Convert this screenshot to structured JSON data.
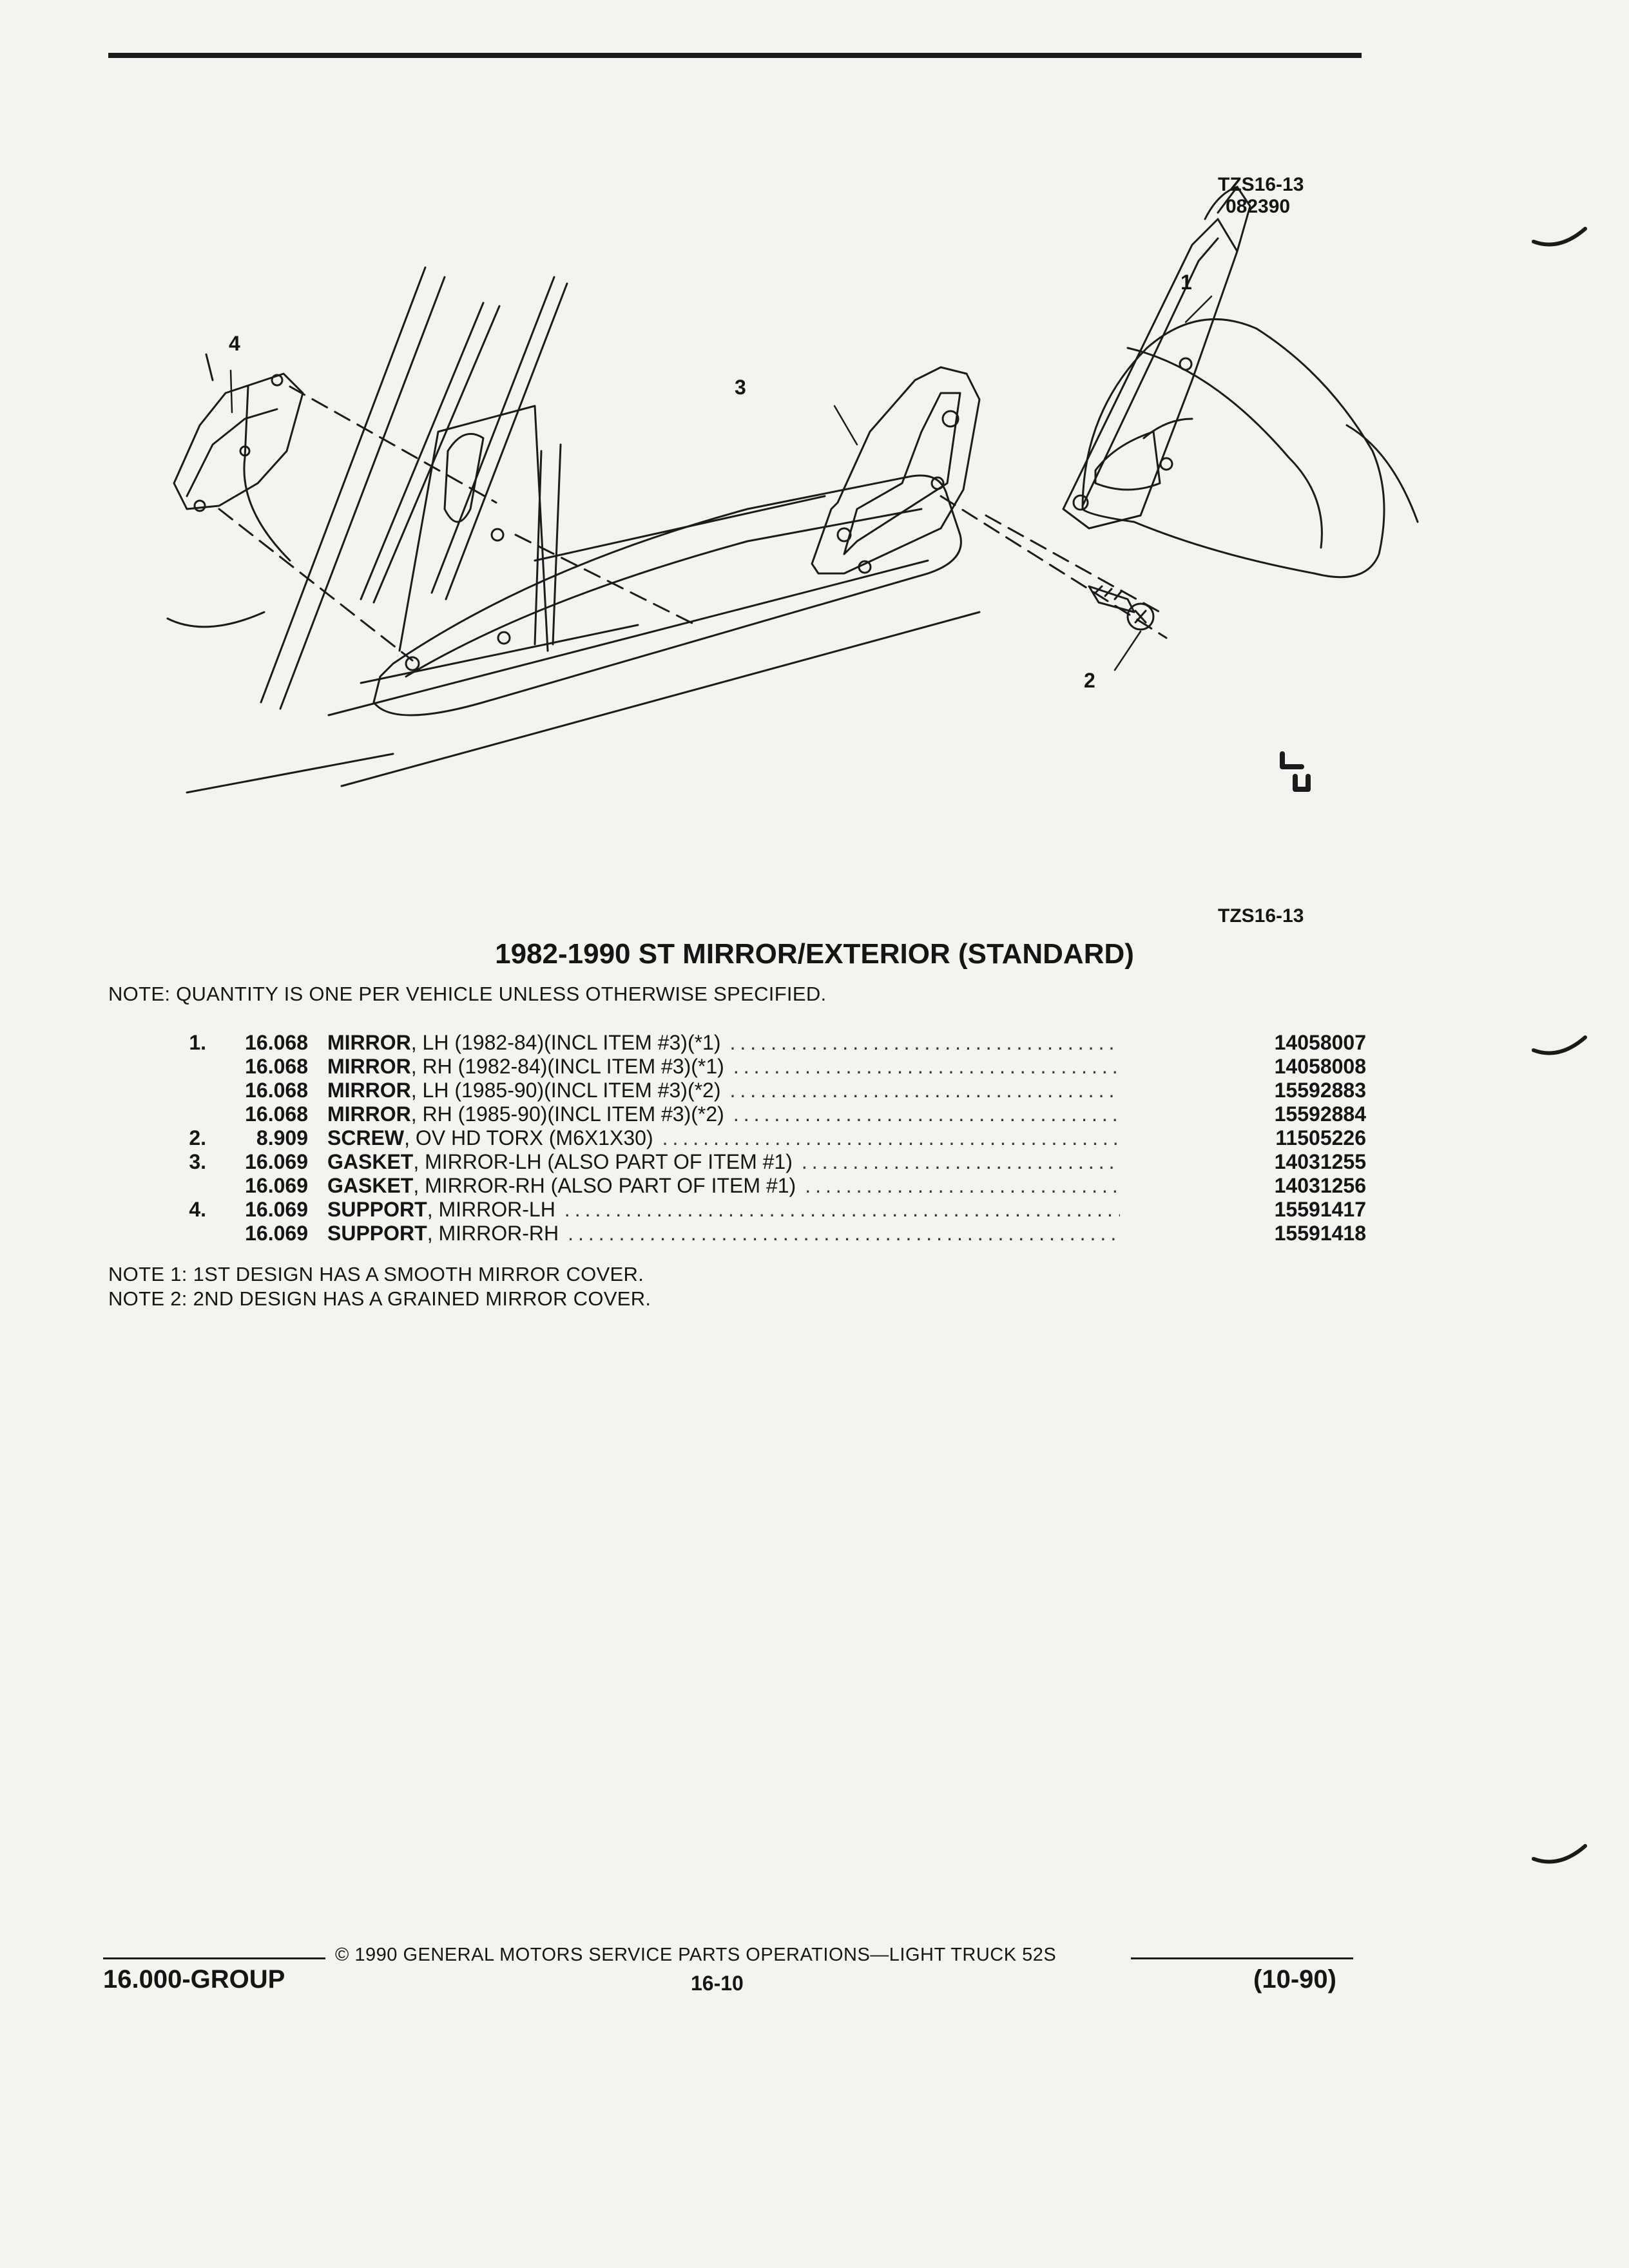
{
  "figure": {
    "id_top": "TZS16-13",
    "id_date": "082390",
    "id_bottom": "TZS16-13",
    "callouts": [
      "1",
      "2",
      "3",
      "4"
    ]
  },
  "title": "1982-1990 ST MIRROR/EXTERIOR (STANDARD)",
  "note": "NOTE:  QUANTITY IS ONE PER VEHICLE UNLESS OTHERWISE SPECIFIED.",
  "parts": [
    {
      "item": "1.",
      "code": "16.068",
      "name": "MIRROR",
      "desc": ", LH (1982-84)(INCL ITEM #3)(*1)",
      "part_no": "14058007"
    },
    {
      "item": "",
      "code": "16.068",
      "name": "MIRROR",
      "desc": ", RH (1982-84)(INCL ITEM #3)(*1)",
      "part_no": "14058008"
    },
    {
      "item": "",
      "code": "16.068",
      "name": "MIRROR",
      "desc": ", LH (1985-90)(INCL ITEM #3)(*2)",
      "part_no": "15592883"
    },
    {
      "item": "",
      "code": "16.068",
      "name": "MIRROR",
      "desc": ", RH (1985-90)(INCL ITEM #3)(*2)",
      "part_no": "15592884"
    },
    {
      "item": "2.",
      "code": "8.909",
      "name": "SCREW",
      "desc": ", OV HD TORX (M6X1X30)",
      "part_no": "11505226"
    },
    {
      "item": "3.",
      "code": "16.069",
      "name": "GASKET",
      "desc": ", MIRROR-LH (ALSO PART OF ITEM #1)",
      "part_no": "14031255"
    },
    {
      "item": "",
      "code": "16.069",
      "name": "GASKET",
      "desc": ", MIRROR-RH (ALSO PART OF ITEM #1)",
      "part_no": "14031256"
    },
    {
      "item": "4.",
      "code": "16.069",
      "name": "SUPPORT",
      "desc": ", MIRROR-LH",
      "part_no": "15591417"
    },
    {
      "item": "",
      "code": "16.069",
      "name": "SUPPORT",
      "desc": ", MIRROR-RH",
      "part_no": "15591418"
    }
  ],
  "footnotes": [
    "NOTE  1:  1ST DESIGN HAS A SMOOTH MIRROR COVER.",
    "NOTE  2:  2ND DESIGN HAS A GRAINED MIRROR COVER."
  ],
  "footer": {
    "copyright": "© 1990  GENERAL MOTORS SERVICE PARTS OPERATIONS—LIGHT TRUCK 52S",
    "group": "16.000-GROUP",
    "page": "16-10",
    "date": "(10-90)"
  },
  "icons": {
    "figure": "exploded-view-exterior-mirror",
    "symbol": "gm-service-logo-icon"
  }
}
